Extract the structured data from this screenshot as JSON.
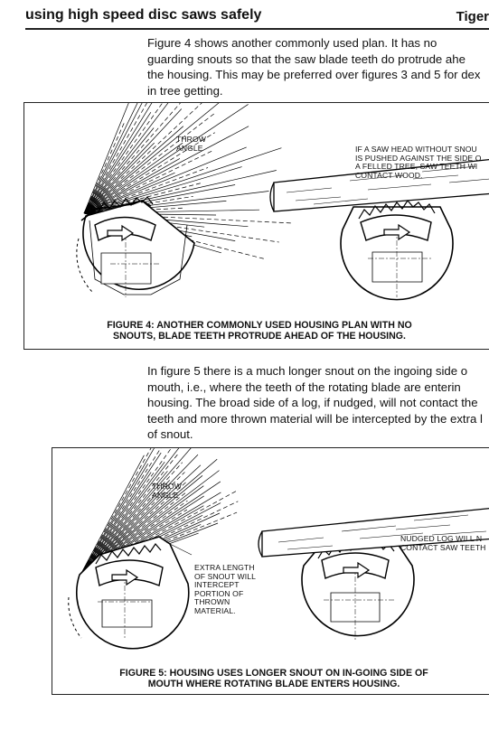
{
  "header": {
    "title": "using high speed disc saws safely",
    "right_text": "Tiger"
  },
  "paragraph1": [
    "Figure 4 shows another commonly used plan.  It has no",
    "guarding snouts so that the saw blade teeth do protrude ahe",
    "the housing.  This may be preferred over figures 3 and 5 for dex",
    "in tree getting."
  ],
  "figure4": {
    "throw_angle": [
      "THROW",
      "ANGLE"
    ],
    "warning": [
      "IF A SAW HEAD WITHOUT SNOU",
      "IS PUSHED AGAINST THE SIDE O",
      "A FELLED TREE, SAW TEETH WI",
      "CONTACT WOOD."
    ],
    "caption": [
      "FIGURE 4: ANOTHER COMMONLY USED HOUSING PLAN WITH NO",
      "SNOUTS, BLADE TEETH PROTRUDE AHEAD OF THE HOUSING."
    ]
  },
  "paragraph2": [
    "In figure 5 there is a much longer snout on the ingoing side o",
    "mouth, i.e., where the teeth of the rotating blade are enterin",
    "housing.  The broad side of a log, if nudged, will not contact the",
    "teeth and more thrown material will be intercepted by the extra l",
    "of snout."
  ],
  "figure5": {
    "throw_angle": [
      "THROW",
      "ANGLE"
    ],
    "snout_note": [
      "EXTRA LENGTH",
      "OF SNOUT WILL",
      "INTERCEPT",
      "PORTION OF",
      "THROWN",
      "MATERIAL."
    ],
    "log_note": [
      "NUDGED LOG WILL N",
      "CONTACT SAW TEETH"
    ],
    "caption": [
      "FIGURE 5: HOUSING USES LONGER SNOUT ON IN-GOING SIDE OF",
      "MOUTH WHERE ROTATING BLADE ENTERS HOUSING."
    ]
  }
}
